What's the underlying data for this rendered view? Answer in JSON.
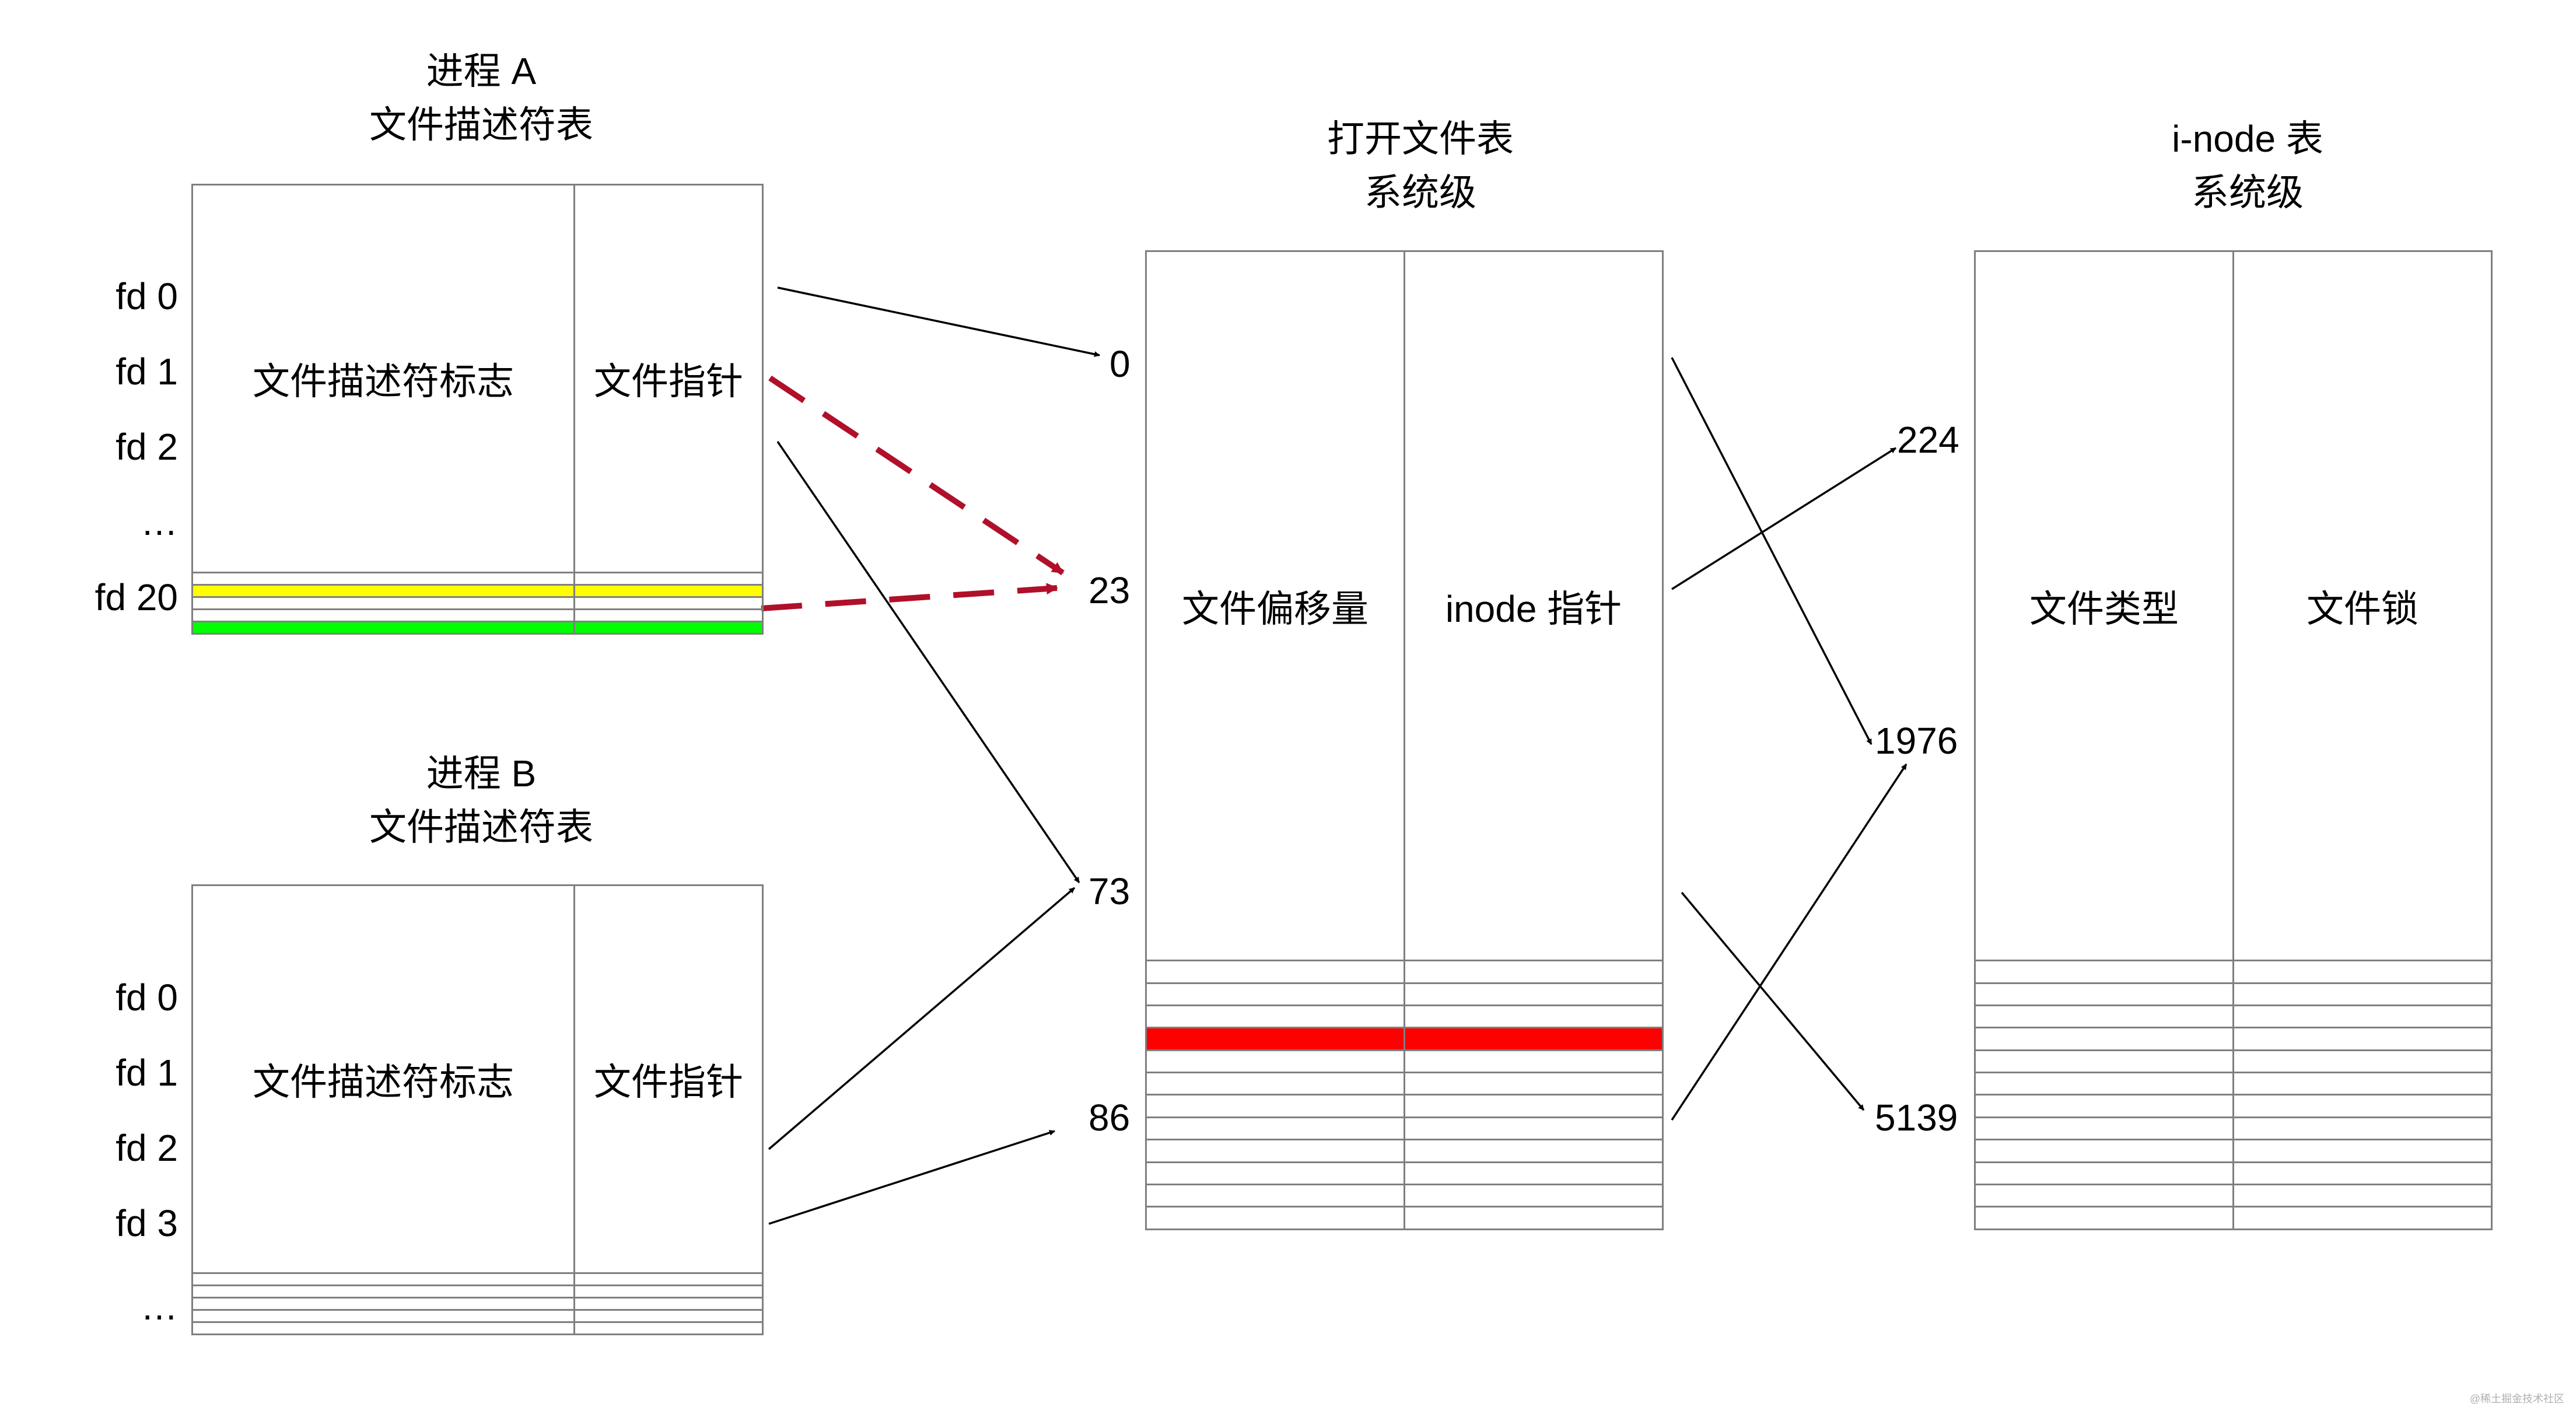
{
  "process_a": {
    "title_line1": "进程 A",
    "title_line2": "文件描述符表",
    "col_flags": "文件描述符标志",
    "col_pointer": "文件指针",
    "rows": [
      "fd 0",
      "fd 1",
      "fd 2",
      "…",
      "fd 20"
    ],
    "row_highlights": [
      "",
      "#ffff00",
      "",
      "",
      "#00ff00"
    ]
  },
  "process_b": {
    "title_line1": "进程 B",
    "title_line2": "文件描述符表",
    "col_flags": "文件描述符标志",
    "col_pointer": "文件指针",
    "rows": [
      "fd 0",
      "fd 1",
      "fd 2",
      "fd 3",
      "…"
    ]
  },
  "open_file_table": {
    "title_line1": "打开文件表",
    "title_line2": "系统级",
    "col_offset": "文件偏移量",
    "col_inode_ptr": "inode 指针",
    "row_count": 12,
    "highlight_color": "#ff0000",
    "index_labels": [
      "0",
      "23",
      "73",
      "86"
    ]
  },
  "inode_table": {
    "title_line1": "i-node 表",
    "title_line2": "系统级",
    "col_type": "文件类型",
    "col_lock": "文件锁",
    "row_count": 12,
    "index_labels": [
      "224",
      "1976",
      "5139"
    ]
  },
  "arrow_colors": {
    "solid": "#000000",
    "dashed": "#b0102a"
  },
  "watermark": "@稀土掘金技术社区"
}
